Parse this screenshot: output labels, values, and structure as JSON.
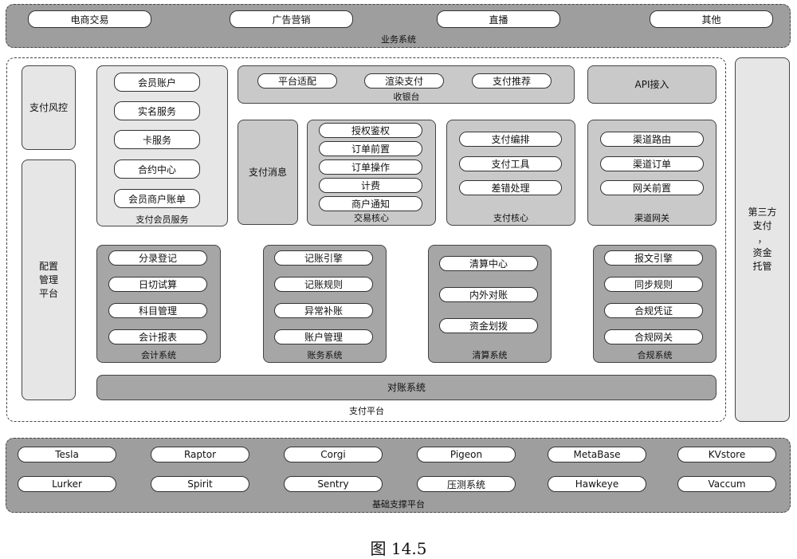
{
  "business": {
    "title": "业务系统",
    "items": [
      "电商交易",
      "广告营销",
      "直播",
      "其他"
    ]
  },
  "platform": {
    "title": "支付平台",
    "risk": "支付风控",
    "config": "配置\n管理\n平台",
    "third_party": "第三方\n支付\n，\n资金\n托管",
    "member": {
      "title": "支付会员服务",
      "items": [
        "会员账户",
        "实名服务",
        "卡服务",
        "合约中心",
        "会员商户账单"
      ]
    },
    "cashier": {
      "title": "收银台",
      "items": [
        "平台适配",
        "渲染支付",
        "支付推荐"
      ]
    },
    "api": "API接入",
    "message": "支付消息",
    "trade_core": {
      "title": "交易核心",
      "items": [
        "授权鉴权",
        "订单前置",
        "订单操作",
        "计费",
        "商户通知"
      ]
    },
    "pay_core": {
      "title": "支付核心",
      "items": [
        "支付编排",
        "支付工具",
        "差错处理"
      ]
    },
    "channel": {
      "title": "渠道网关",
      "items": [
        "渠道路由",
        "渠道订单",
        "网关前置"
      ]
    },
    "accounting": {
      "title": "会计系统",
      "items": [
        "分录登记",
        "日切试算",
        "科目管理",
        "会计报表"
      ]
    },
    "ledger": {
      "title": "账务系统",
      "items": [
        "记账引擎",
        "记账规则",
        "异常补账",
        "账户管理"
      ]
    },
    "clearing": {
      "title": "清算系统",
      "items": [
        "清算中心",
        "内外对账",
        "资金划拨"
      ]
    },
    "compliance": {
      "title": "合规系统",
      "items": [
        "报文引擎",
        "同步规则",
        "合规凭证",
        "合规网关"
      ]
    },
    "reconcile": "对账系统"
  },
  "infra": {
    "title": "基础支撑平台",
    "row1": [
      "Tesla",
      "Raptor",
      "Corgi",
      "Pigeon",
      "MetaBase",
      "KVstore"
    ],
    "row2": [
      "Lurker",
      "Spirit",
      "Sentry",
      "压测系统",
      "Hawkeye",
      "Vaccum"
    ]
  },
  "caption": "图 14.5"
}
